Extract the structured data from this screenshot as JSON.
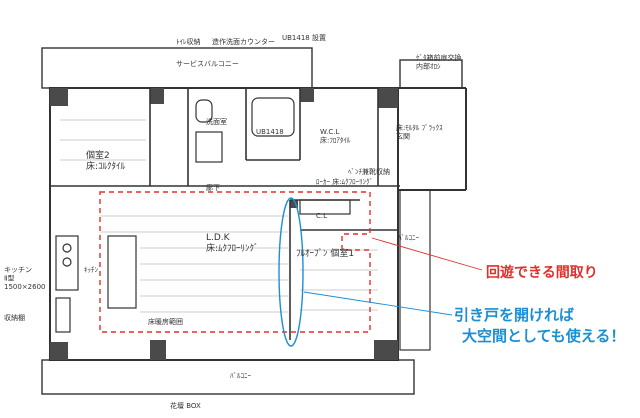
{
  "plan_labels": {
    "toilet_cabinet": "ﾄｲﾚ収納",
    "wash_counter": "造作洗面カウンター",
    "ub_exchange": "UB1418 設置",
    "service_balcony": "サービスバルコニー",
    "shoebox": "ｹﾞﾀ箱前扉交換\n内部ｵﾛｼ",
    "wash_room": "洗面室",
    "ub_room": "UB1418",
    "wcl": "W.C.L\n床:ﾌﾛｱﾀｲﾙ",
    "entrance": "床:ﾓﾙﾀﾙ ﾌﾞﾗｯｸｽ\n玄関",
    "bedroom2": "個室2\n床:ｺﾙｸﾀｲﾙ",
    "corridor": "廊下",
    "hall_floor": "ﾛｰｶｰ 床:ﾑｸﾌﾛｰﾘﾝｸﾞ",
    "bench": "ﾍﾞﾝﾁ兼靴収納",
    "ldk": "L.D.K\n床:ﾑｸﾌﾛｰﾘﾝｸﾞ",
    "closet": "C.L",
    "balcony_side": "ﾊﾞﾙｺﾆｰ",
    "kitchen_i": "キッチン\nⅡ型\n1500×2600",
    "kitchen_small": "ｷｯﾁﾝ",
    "storage_shelf": "収納棚",
    "bedroom1": "ﾌﾙｵｰﾌﾟﾝ 個室1",
    "dining_area": "床暖房範囲",
    "balcony": "ﾊﾞﾙｺﾆｰ",
    "planter_box": "花壇 BOX"
  },
  "annotations": {
    "red": "回遊できる間取り",
    "blue_line1": "引き戸を開ければ",
    "blue_line2": "大空間としても使える！"
  },
  "colors": {
    "ink": "#333333",
    "wall_fill": "#4a4a4a",
    "circulation_dash": "#e0302b",
    "sliding_door_ellipse": "#1b8fd6"
  }
}
